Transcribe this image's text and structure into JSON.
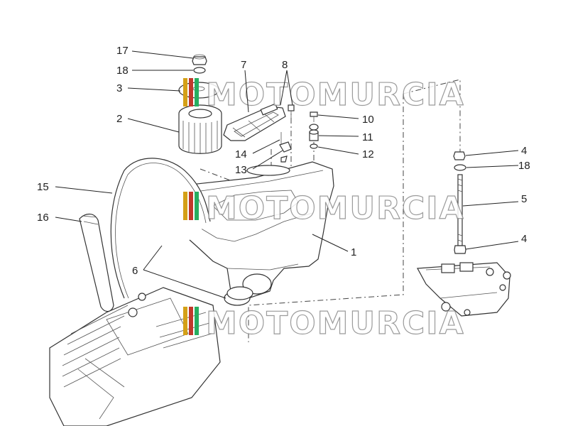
{
  "diagram": {
    "watermark_text": "MOTOMURCIA",
    "watermark_colors": [
      "#d4a017",
      "#c0392b",
      "#27ae60"
    ],
    "callouts": {
      "c1": "1",
      "c2": "2",
      "c3": "3",
      "c4a": "4",
      "c4b": "4",
      "c5": "5",
      "c6": "6",
      "c7": "7",
      "c8": "8",
      "c10": "10",
      "c11": "11",
      "c12": "12",
      "c13": "13",
      "c14": "14",
      "c15": "15",
      "c16": "16",
      "c17": "17",
      "c18a": "18",
      "c18b": "18"
    }
  }
}
